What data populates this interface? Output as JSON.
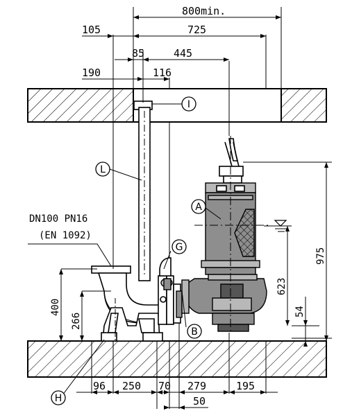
{
  "dimensions": {
    "top_800": "800min.",
    "d105": "105",
    "d725": "725",
    "d85": "85",
    "d445": "445",
    "d190": "190",
    "d116": "116",
    "d975": "975",
    "d623": "623",
    "d54": "54",
    "d400": "400",
    "d266": "266",
    "d96": "96",
    "d250": "250",
    "d70": "70",
    "d279": "279",
    "d195": "195",
    "d50": "50"
  },
  "labels": {
    "flange_line1": "DN100 PN16",
    "flange_line2": "(EN 1092)"
  },
  "callouts": {
    "I": "I",
    "L": "L",
    "A": "A",
    "G": "G",
    "B": "B",
    "H": "H"
  }
}
